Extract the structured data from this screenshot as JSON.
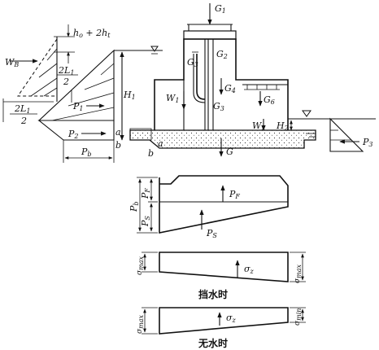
{
  "labels": {
    "G1": "G",
    "G1_sub": "1",
    "G2": "G",
    "G2_sub": "2",
    "G3a": "G",
    "G3a_sub": "3",
    "G3b": "G",
    "G3b_sub": "3",
    "G4": "G",
    "G4_sub": "4",
    "G6": "G",
    "G6_sub": "6",
    "G": "G",
    "W1": "W",
    "W1_sub": "1",
    "W2": "W",
    "W2_sub": "2",
    "WB": "W",
    "WB_sub": "B",
    "H1": "H",
    "H1_sub": "1",
    "H2": "H",
    "H2_sub": "2",
    "P1": "P",
    "P1_sub": "1",
    "P2": "P",
    "P2_sub": "2",
    "P3": "P",
    "P3_sub": "3",
    "Pb": "P",
    "Pb_sub": "b",
    "wave_height": "h",
    "wave_height_sub": "o",
    "wave_height_rest": " + 2h",
    "wave_height_sub2": "t",
    "frac_top_a": "2L",
    "frac_top_a_sub": "1",
    "frac_bot_a": "2",
    "frac_top_b": "2L",
    "frac_top_b_sub": "1",
    "frac_bot_b": "2",
    "pt_a": "a",
    "pt_a2": "a",
    "pt_b": "b",
    "pt_b2": "b"
  },
  "uplift": {
    "PF": "P",
    "PF_sub": "F",
    "PS": "P",
    "PS_sub": "S",
    "side_Pb": "P",
    "side_Pb_sub": "b",
    "side_PF": "P",
    "side_PF_sub": "F",
    "side_PS": "P",
    "side_PS_sub": "S"
  },
  "stress_water": {
    "sigma": "σ",
    "sigma_sub": "z",
    "smax": "σ",
    "smax_sub": "max",
    "smin": "σ",
    "smin_sub": "max",
    "caption": "挡水时"
  },
  "stress_dry": {
    "sigma": "σ",
    "sigma_sub": "z",
    "smax": "σ",
    "smax_sub": "max",
    "smin": "σ",
    "smin_sub": "min",
    "caption": "无水时"
  }
}
